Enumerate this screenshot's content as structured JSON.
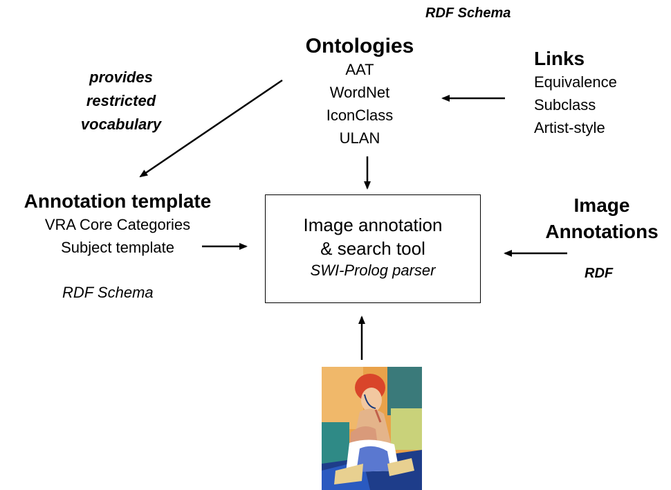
{
  "ontologies": {
    "heading": "Ontologies",
    "items": [
      "AAT",
      "WordNet",
      "IconClass",
      "ULAN"
    ]
  },
  "rdf_schema_top": "RDF Schema",
  "links": {
    "heading": "Links",
    "items": [
      "Equivalence",
      "Subclass",
      "Artist-style"
    ]
  },
  "provides": {
    "lines": [
      "provides",
      "restricted",
      "vocabulary"
    ]
  },
  "annotation_template": {
    "heading": "Annotation template",
    "items": [
      "VRA Core Categories",
      "Subject template"
    ]
  },
  "rdf_schema_left": "RDF Schema",
  "image_annotations": {
    "lines": [
      "Image",
      "Annotations"
    ]
  },
  "rdf_right": "RDF",
  "tool": {
    "line1": "Image annotation",
    "line2": "& search tool",
    "line3": "SWI-Prolog parser"
  },
  "colors": {
    "background": "#ffffff",
    "ink": "#000000"
  }
}
